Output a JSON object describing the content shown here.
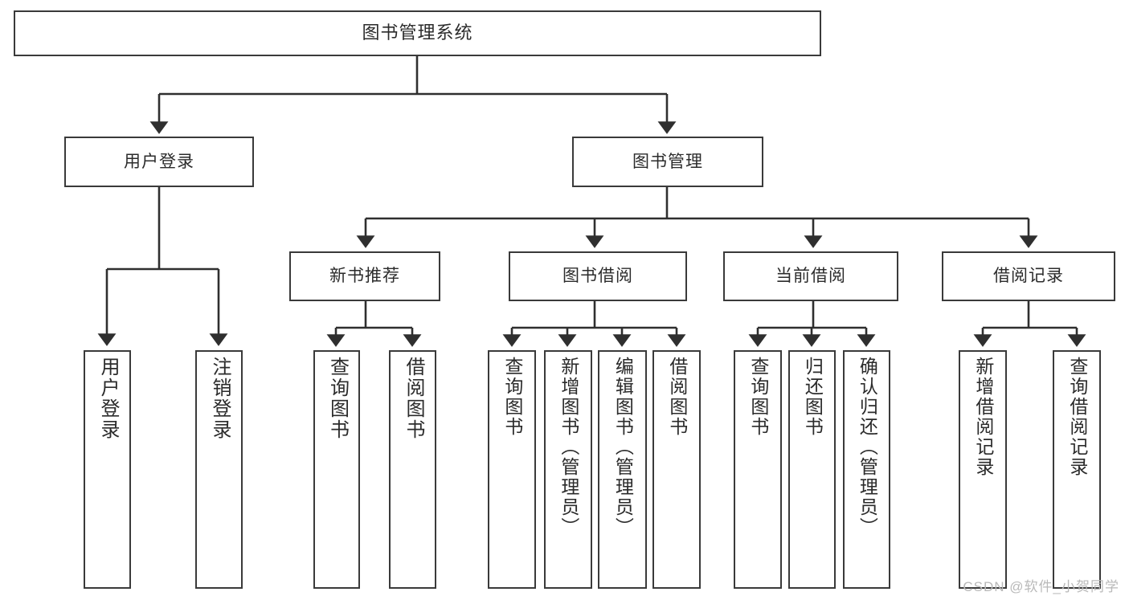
{
  "diagram": {
    "title_node": "图书管理系统",
    "watermark": "CSDN @软件_小贺同学",
    "colors": {
      "border": "#3a3a3a",
      "text": "#2b2b2b",
      "background": "#ffffff",
      "connector": "#2f2f2f",
      "watermark": "#b9b9b9"
    },
    "levels": {
      "level2": [
        {
          "label": "用户登录"
        },
        {
          "label": "图书管理"
        }
      ],
      "level3": [
        {
          "label": "新书推荐"
        },
        {
          "label": "图书借阅"
        },
        {
          "label": "当前借阅"
        },
        {
          "label": "借阅记录"
        }
      ],
      "leaves": {
        "user_login": [
          {
            "label": "用户登录"
          },
          {
            "label": "注销登录"
          }
        ],
        "new_book_recommend": [
          {
            "label": "查询图书"
          },
          {
            "label": "借阅图书"
          }
        ],
        "book_borrow": [
          {
            "label": "查询图书"
          },
          {
            "label": "新增图书（管理员）"
          },
          {
            "label": "编辑图书（管理员）"
          },
          {
            "label": "借阅图书"
          }
        ],
        "current_borrow": [
          {
            "label": "查询图书"
          },
          {
            "label": "归还图书"
          },
          {
            "label": "确认归还（管理员）"
          }
        ],
        "borrow_record": [
          {
            "label": "新增借阅记录"
          },
          {
            "label": "查询借阅记录"
          }
        ]
      }
    }
  }
}
